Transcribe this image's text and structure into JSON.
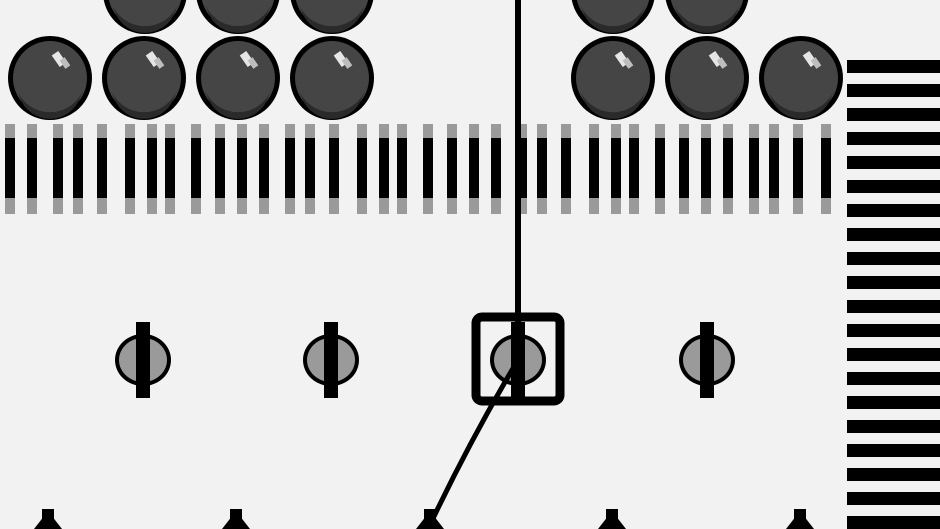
{
  "scene": {
    "type": "pixel-art game playfield",
    "background_color": "#f2f2f2",
    "ink_color": "#000000",
    "boulder_color": "#444444",
    "peg_color": "#9a9a9a",
    "highlight_color": "#d9d9d9",
    "boulder_rows": 2,
    "full_boulders_bottom_row": 7,
    "peg_count": 4,
    "selected_peg": 3,
    "cursor_shape": "square-box",
    "elements": [
      "boulder-cluster",
      "spike-fence",
      "peg-row",
      "selection-cursor",
      "rope-line",
      "striped-wall"
    ]
  }
}
